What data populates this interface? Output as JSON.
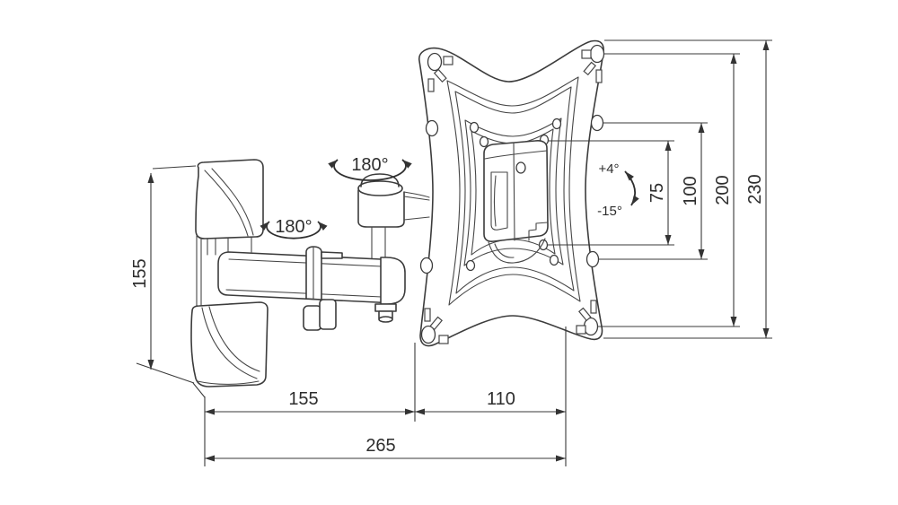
{
  "diagram": {
    "dims": {
      "height": "155",
      "arm": "155",
      "plate": "110",
      "total": "265",
      "vesa_inner": "75",
      "vesa_outer": "100",
      "holes_span": "200",
      "plate_height": "230"
    },
    "angles": {
      "swivel_arm": "180°",
      "swivel_wall": "180°",
      "tilt_up": "+4°",
      "tilt_down": "-15°"
    },
    "colors": {
      "line": "#3c3c3c",
      "text": "#2d2d2d",
      "background": "#ffffff"
    }
  }
}
